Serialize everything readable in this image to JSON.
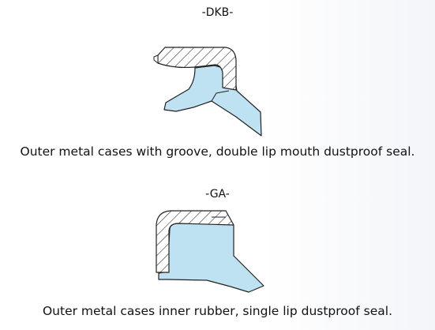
{
  "sections": [
    {
      "code": "-DKB-",
      "description": "Outer metal cases with groove, double lip mouth dustproof seal."
    },
    {
      "code": "-GA-",
      "description": "Outer metal cases inner rubber, single lip dustproof seal."
    }
  ],
  "colors": {
    "rubber_fill": "#bfe2f3",
    "metal_fill": "#ffffff",
    "outline": "#222222",
    "hatch": "#333333"
  }
}
